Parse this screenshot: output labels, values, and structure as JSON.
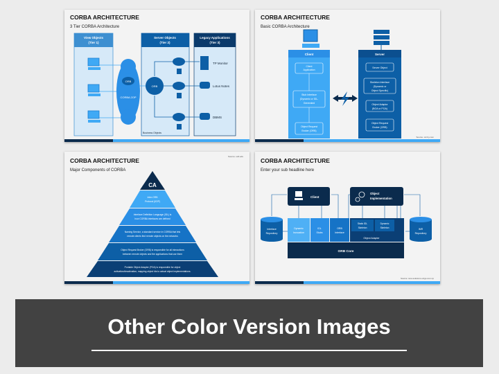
{
  "slides": [
    {
      "title": "CORBA ARCHITECTURE",
      "subtitle": "3 Tier CORBA Architecture",
      "columns": [
        {
          "line1": "View Objects",
          "line2": "(Tier 1)"
        },
        {
          "line1": "Server Objects",
          "line2": "(Tier 2)"
        },
        {
          "line1": "Legacy Applications",
          "line2": "(Tier 3)"
        }
      ],
      "cloud_orb": "ORB",
      "cloud_label": "CORBA 2OP",
      "orb": "ORB",
      "legacy": [
        "TP Monitor",
        "Lotus Notes",
        "DBMS"
      ],
      "business_objects": "Business Objects"
    },
    {
      "title": "CORBA ARCHITECTURE",
      "subtitle": "Basic CORBA Architecture",
      "client": {
        "header": "Client",
        "boxes": [
          [
            "Client",
            "Application"
          ],
          [
            "Stub Interface",
            "(Dynamic or IDL-",
            "Generated"
          ],
          [
            "Object Request",
            "Broker (ORB)"
          ]
        ]
      },
      "server": {
        "header": "Server",
        "boxes": [
          [
            "Server Object"
          ],
          [
            "Skeleton Interface",
            "(Dynamic or",
            "Object Specific)"
          ],
          [
            "Object Adaptor",
            "(BOA or POA)"
          ],
          [
            "Object Request",
            "Broker (ORB)"
          ]
        ]
      },
      "source": "Source: ornl.ly.com"
    },
    {
      "title": "CORBA ARCHITECTURE",
      "subtitle": "Major Components of CORBA",
      "apex": "CA",
      "tiers": [
        [
          "Inter-ORB",
          "Protocol (IIOP)"
        ],
        [
          "Interface Definition Language (IDL) is",
          "how CORBA interfaces are defined"
        ],
        [
          "Naming Service, a standard service in CORBA that lets",
          "remote clients find remote objects on the networks"
        ],
        [
          "Object Request Broker  (ORB) is responsible for all interactions",
          "between remote objects and the applications that use them"
        ],
        [
          "Portable Object Adapter (POA) is responsible for object",
          "activation/deactivation, mapping object Ids to actual object implementations."
        ]
      ],
      "source": "Source: uoft.edu"
    },
    {
      "title": "CORBA ARCHITECTURE",
      "subtitle": "Enter your sub headline here",
      "client": "Client",
      "object_impl": [
        "Object",
        "Implementation"
      ],
      "interface_repo": [
        "Interface",
        "Repository"
      ],
      "impl_repo": [
        "IMR",
        "Repository"
      ],
      "dynamic_invocation": [
        "Dynamic",
        "Invocation"
      ],
      "idl_stubs": [
        "IDL",
        "Stubs"
      ],
      "orb_interface": [
        "ORB",
        "Interface"
      ],
      "static_skeleton": [
        "Static IDL",
        "Skeleton"
      ],
      "dynamic_skeleton": [
        "Dynamic",
        "Skeleton"
      ],
      "object_adapter": "Object Adapter",
      "orb_core": "ORB Core",
      "source": "Source: iona.solutions.ucigs.com.np"
    }
  ],
  "banner": {
    "title": "Other Color Version Images"
  },
  "colors": {
    "dark": "#0b2b4d",
    "mid": "#0d5fa6",
    "light": "#3fa9f5",
    "pale": "#d6e9f8",
    "banner": "#424242"
  }
}
